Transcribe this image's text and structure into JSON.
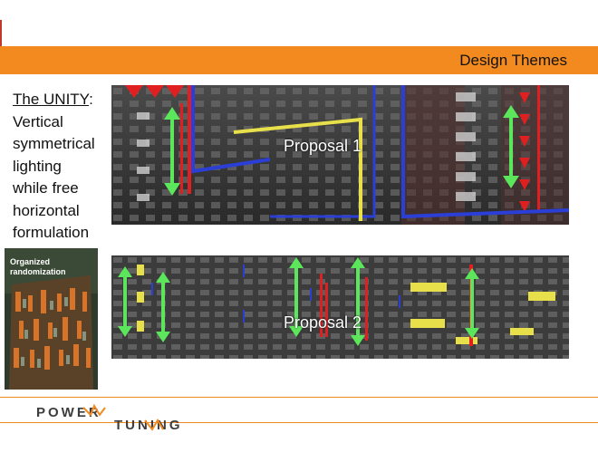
{
  "banner": {
    "title": "Design Themes"
  },
  "side_text": {
    "title_underlined": "The UNITY",
    "title_suffix": ":",
    "lines": [
      "Vertical",
      "symmetrical",
      "lighting",
      "while free",
      "horizontal",
      "formulation"
    ]
  },
  "thumbnail": {
    "caption_line1": "Organized",
    "caption_line2": "randomization"
  },
  "proposal1": {
    "label": "Proposal 1"
  },
  "proposal2": {
    "label": "Proposal 2"
  },
  "logo": {
    "text_line1": "POWER",
    "text_line2": "TUNING"
  },
  "colors": {
    "accent": "#f28a1f",
    "arrow": "#5be65b",
    "light_red": "#e02020",
    "light_blue": "#2b3fd6",
    "light_yellow": "#e8e04a"
  }
}
